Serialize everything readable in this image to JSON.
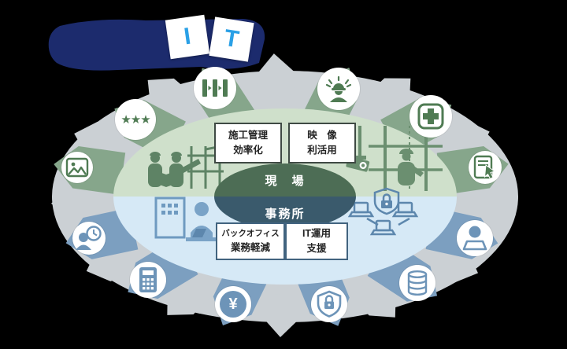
{
  "title": {
    "it_blocks": [
      {
        "letter": "I"
      },
      {
        "letter": "T"
      }
    ]
  },
  "diagram": {
    "site_label": "現　場",
    "office_label": "事務所",
    "solution_boxes": [
      {
        "id": "construction-management",
        "line1": "施工管理",
        "line2": "効率化",
        "zone": "site"
      },
      {
        "id": "video-utilization",
        "line1": "映　像",
        "line2": "利活用",
        "zone": "site"
      },
      {
        "id": "back-office",
        "line1": "バックオフィス",
        "line2": "業務軽減",
        "zone": "office"
      },
      {
        "id": "it-operations",
        "line1": "IT運用",
        "line2": "支援",
        "zone": "office"
      }
    ],
    "icons": [
      {
        "name": "three-stars-icon",
        "zone": "site",
        "glyph": "★★★"
      },
      {
        "name": "process-flow-icon",
        "zone": "site"
      },
      {
        "name": "worker-alert-icon",
        "zone": "site"
      },
      {
        "name": "first-aid-cross-icon",
        "zone": "site"
      },
      {
        "name": "photo-icon",
        "zone": "site"
      },
      {
        "name": "tablet-touch-icon",
        "zone": "site"
      },
      {
        "name": "person-clock-icon",
        "zone": "office"
      },
      {
        "name": "calculator-icon",
        "zone": "office"
      },
      {
        "name": "yen-icon",
        "zone": "office",
        "glyph": "¥"
      },
      {
        "name": "shield-lock-icon",
        "zone": "office"
      },
      {
        "name": "database-icon",
        "zone": "office"
      },
      {
        "name": "person-laptop-icon",
        "zone": "office"
      }
    ],
    "colors": {
      "site_dark": "#4d6d55",
      "site_light": "#cfe0cb",
      "site_arrow": "#86a68b",
      "site_glyph": "#4f7b53",
      "office_dark": "#3a5a6c",
      "office_light": "#d6e9f6",
      "office_arrow": "#7c9fc0",
      "office_glyph": "#6d94b8",
      "ring_gray": "#cbd0d4",
      "title_navy": "#1c2b6d",
      "it_letter_blue": "#2aa0e6",
      "site_box_border": "#3f4a44",
      "office_box_border": "#41637f"
    }
  }
}
